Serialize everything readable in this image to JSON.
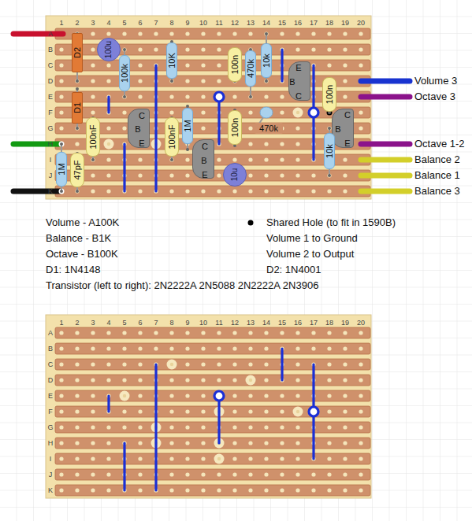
{
  "diagram": {
    "nodes": [
      {
        "text": [
          "D2"
        ]
      },
      {
        "text": [
          "100u"
        ]
      },
      {
        "text": [
          "100k"
        ]
      },
      {
        "text": [
          "10K"
        ]
      },
      {
        "text": [
          "100n"
        ]
      },
      {
        "text": [
          "470k"
        ]
      },
      {
        "text": [
          "10k"
        ]
      },
      {
        "text": [
          "E",
          "B",
          "C"
        ]
      },
      {
        "text": [
          "100n"
        ]
      },
      {
        "text": [
          "D1"
        ]
      },
      {
        "text": [
          "100nF"
        ]
      },
      {
        "text": [
          "C",
          "B",
          "E"
        ]
      },
      {
        "text": [
          "100nF"
        ]
      },
      {
        "text": [
          "1M"
        ]
      },
      {
        "text": [
          "C",
          "B",
          "E"
        ]
      },
      {
        "text": [
          "100n"
        ]
      },
      {
        "text": [
          "470k"
        ]
      },
      {
        "text": [
          "10u"
        ]
      },
      {
        "text": [
          "C",
          "B",
          "E"
        ]
      },
      {
        "text": [
          "10k"
        ]
      },
      {
        "text": [
          "1M"
        ]
      },
      {
        "text": [
          "47pF"
        ]
      }
    ],
    "labels": [
      "1",
      "2",
      "3",
      "4",
      "5",
      "6",
      "7",
      "8",
      "9",
      "10",
      "11",
      "12",
      "13",
      "14",
      "15",
      "16",
      "17",
      "18",
      "19",
      "20",
      "A",
      "B",
      "C",
      "D",
      "E",
      "F",
      "G",
      "H",
      "I",
      "J",
      "K",
      "Volume 3",
      "Octave 3",
      "Octave 1-2",
      "Balance 2",
      "Balance 1",
      "Balance 3",
      "Volume - A100K",
      "Balance - B1K",
      "Octave - B100K",
      "D1: 1N4148",
      "Transistor (left to right): 2N2222A 2N5088 2N2222A 2N3906",
      "Shared Hole (to fit in 1590B)",
      "Volume 1 to Ground",
      "Volume 2 to Output",
      "D2: 1N4001",
      "1",
      "2",
      "3",
      "4",
      "5",
      "6",
      "7",
      "8",
      "9",
      "10",
      "11",
      "12",
      "13",
      "14",
      "15",
      "16",
      "17",
      "18",
      "19",
      "20",
      "A",
      "B",
      "C",
      "D",
      "E",
      "F",
      "G",
      "H",
      "I",
      "J",
      "K"
    ]
  }
}
